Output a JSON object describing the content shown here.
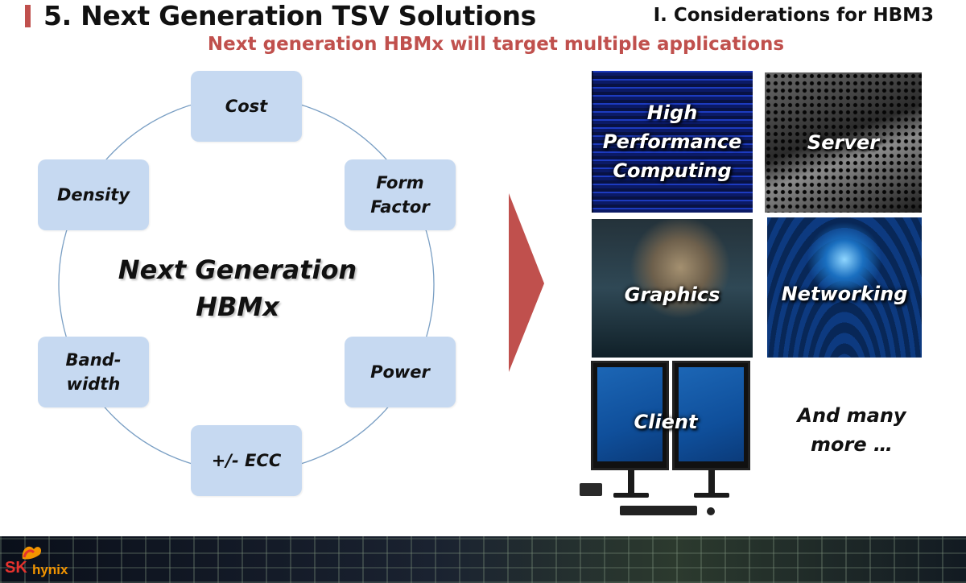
{
  "header": {
    "title": "5. Next Generation TSV Solutions",
    "section": "I. Considerations for HBM3",
    "subtitle": "Next generation HBMx will target multiple applications"
  },
  "diagram": {
    "center": "Next Generation\nHBMx",
    "items": [
      {
        "label": "Cost"
      },
      {
        "label": "Form\nFactor"
      },
      {
        "label": "Power"
      },
      {
        "label": "+/- ECC"
      },
      {
        "label": "Band-\nwidth"
      },
      {
        "label": "Density"
      }
    ]
  },
  "applications": {
    "tiles": [
      {
        "label": "High\nPerformance\nComputing"
      },
      {
        "label": "Server"
      },
      {
        "label": "Graphics"
      },
      {
        "label": "Networking"
      },
      {
        "label": "Client"
      }
    ],
    "more": "And many\nmore …"
  },
  "footer": {
    "logo_sk": "SK",
    "logo_hynix": "hynix"
  },
  "colors": {
    "accent": "#c0504d",
    "box_fill": "#c6d9f1",
    "ring_stroke": "#7a9fc4"
  }
}
